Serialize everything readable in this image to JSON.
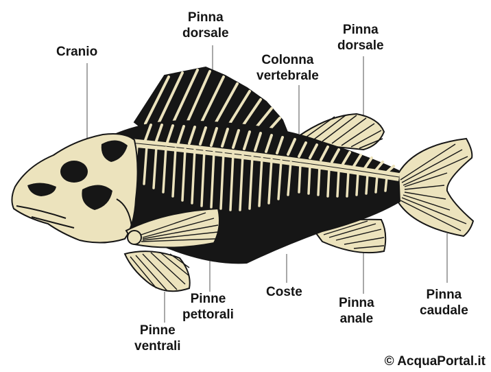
{
  "labels": {
    "cranio": "Cranio",
    "pinna_dorsale_1": [
      "Pinna",
      "dorsale"
    ],
    "colonna_vertebrale": [
      "Colonna",
      "vertebrale"
    ],
    "pinna_dorsale_2": [
      "Pinna",
      "dorsale"
    ],
    "pinne_ventrali": [
      "Pinne",
      "ventrali"
    ],
    "pinne_pettorali": [
      "Pinne",
      "pettorali"
    ],
    "coste": "Coste",
    "pinna_anale": [
      "Pinna",
      "anale"
    ],
    "pinna_caudale": [
      "Pinna",
      "caudale"
    ]
  },
  "credit": "© AcquaPortal.it",
  "colors": {
    "bone": "#ece3bd",
    "body": "#161616",
    "line": "#8a8a8a",
    "text": "#141414"
  }
}
